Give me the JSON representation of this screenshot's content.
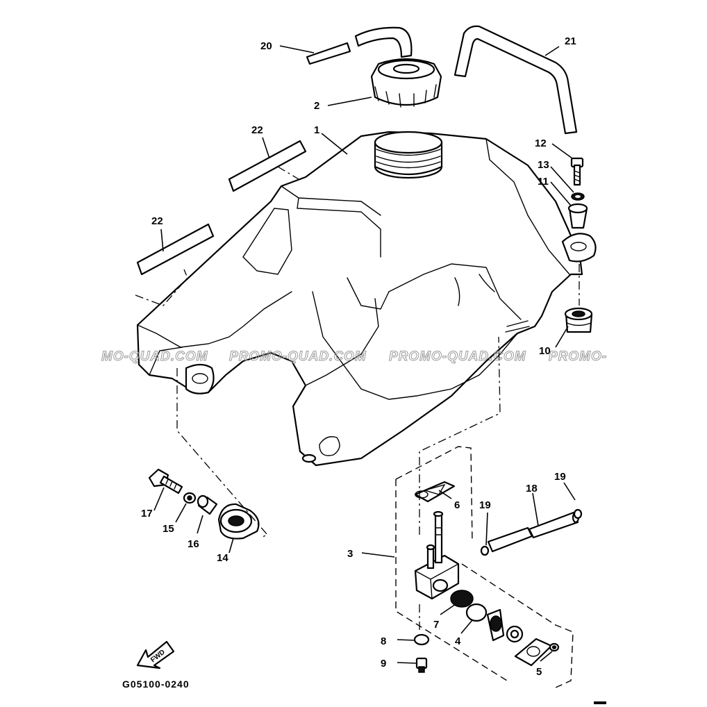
{
  "diagram": {
    "drawing_code": "G05100-0240",
    "direction_label": "FWD",
    "watermark": [
      "MO-QUAD.COM",
      "PROMO-QUAD.COM",
      "PROMO-QUAD.COM",
      "PROMO-"
    ],
    "callouts": {
      "c1": "1",
      "c2": "2",
      "c3": "3",
      "c4": "4",
      "c5": "5",
      "c6": "6",
      "c7": "7",
      "c8": "8",
      "c9": "9",
      "c10": "10",
      "c11": "11",
      "c12": "12",
      "c13": "13",
      "c14": "14",
      "c15": "15",
      "c16": "16",
      "c17": "17",
      "c18": "18",
      "c19a": "19",
      "c19b": "19",
      "c20": "20",
      "c21": "21",
      "c22a": "22",
      "c22b": "22"
    }
  }
}
